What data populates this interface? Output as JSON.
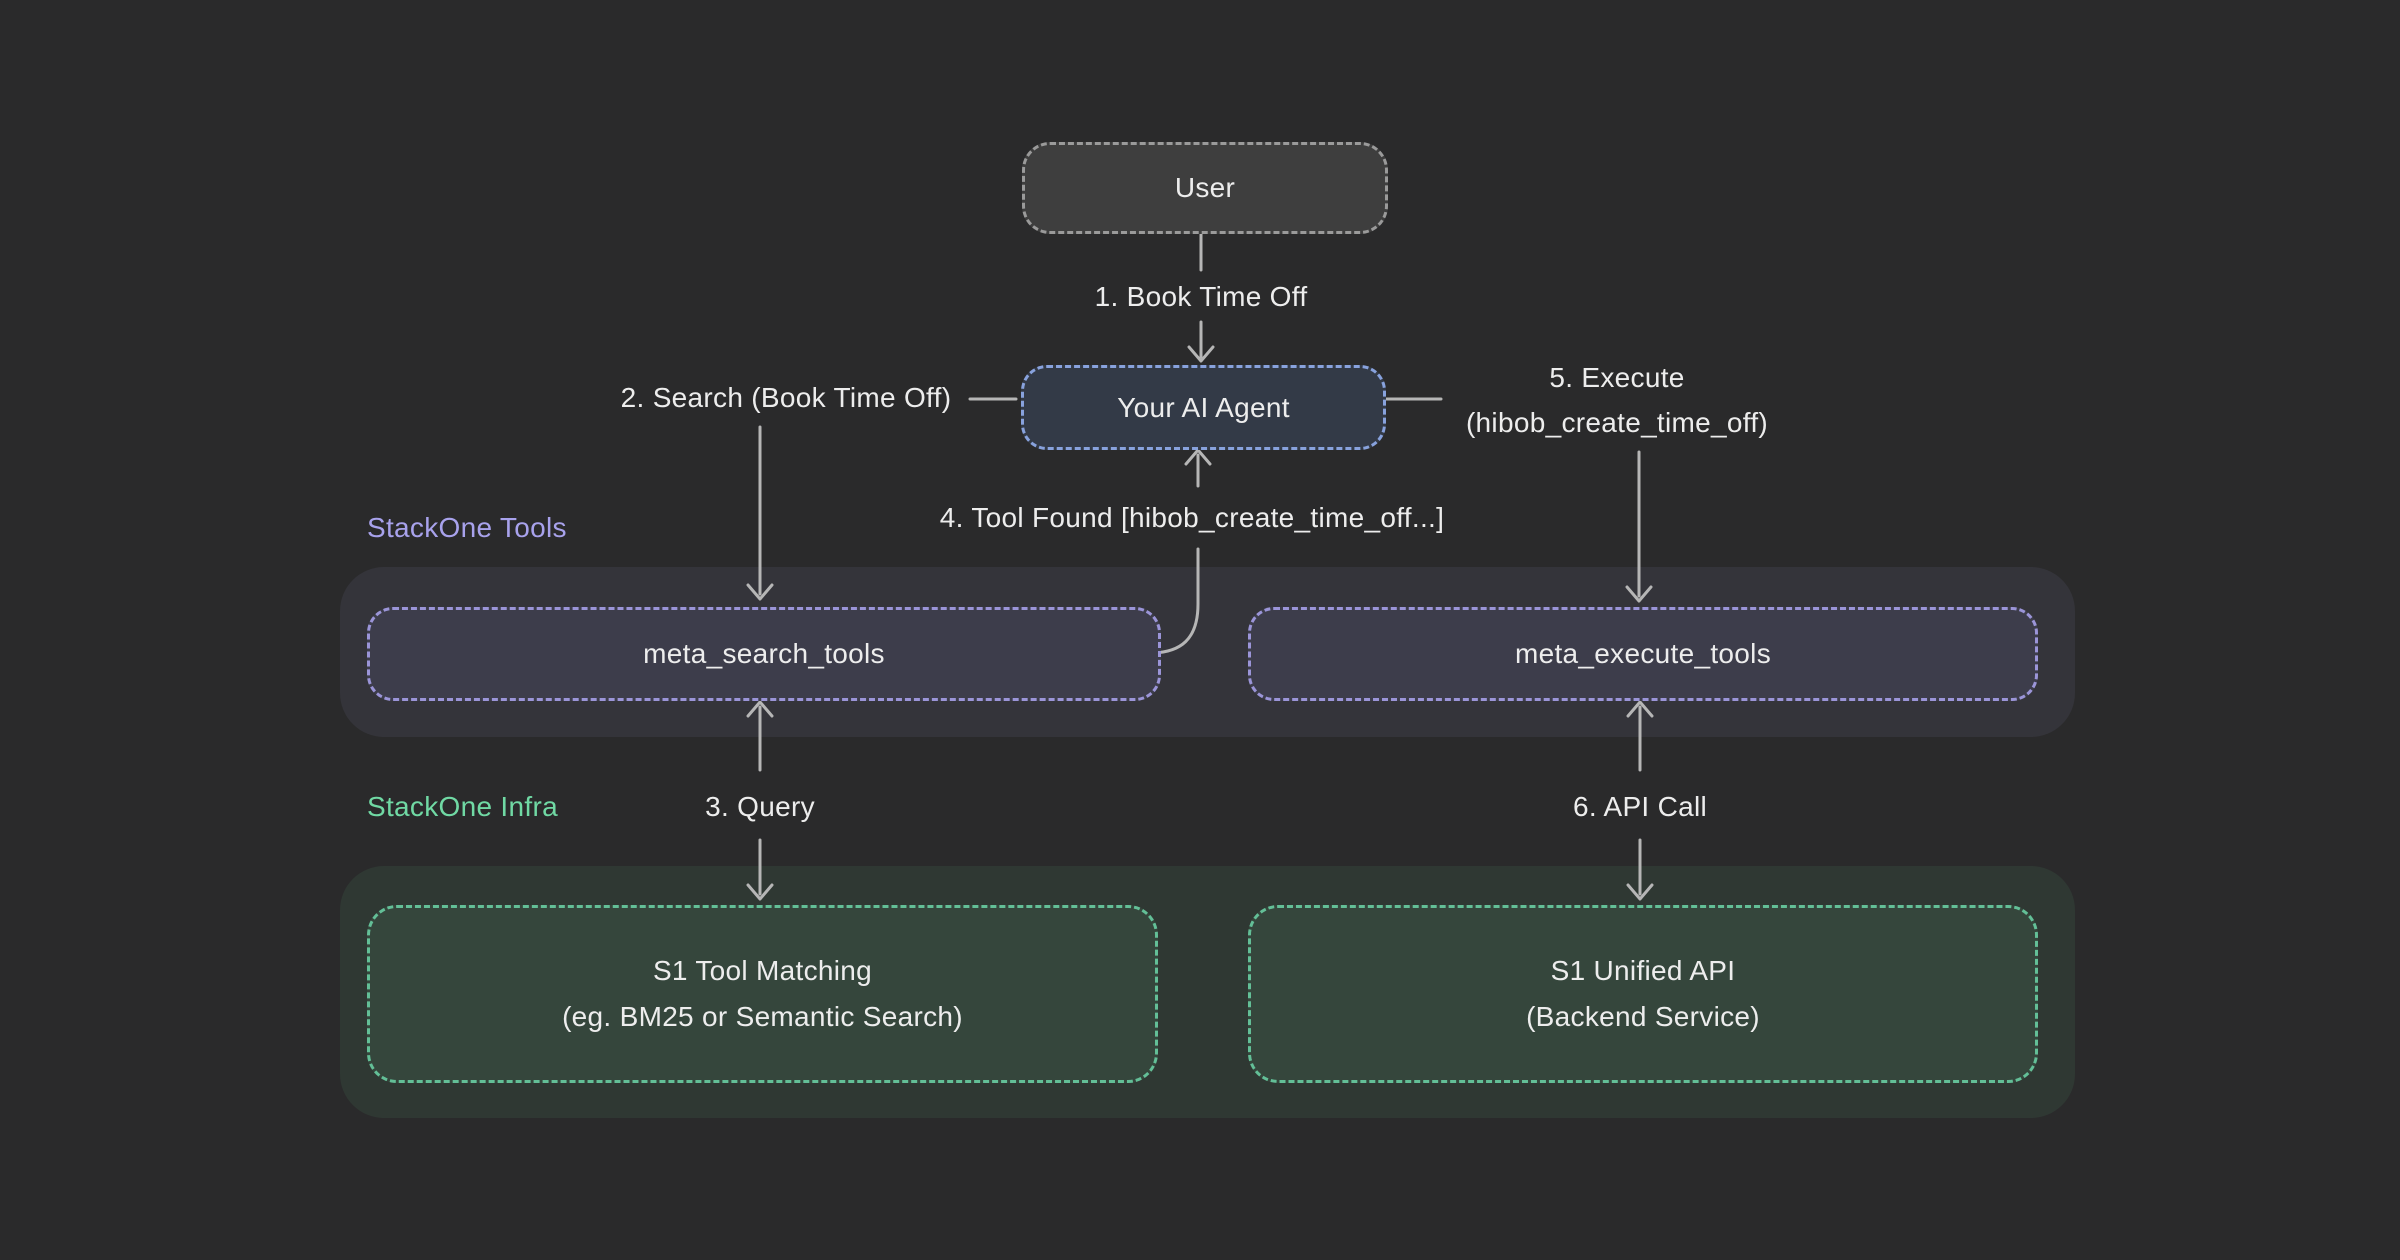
{
  "colors": {
    "bg": "#2a2a2b",
    "line": "#b6b6b6",
    "text": "#ededed",
    "user-fill": "#3e3e3e",
    "user-border": "#9a9a9a",
    "agent-fill": "#333a47",
    "agent-border": "#88a2dd",
    "tools-panel": "#34343a",
    "tools-accent": "#a8a2ec",
    "meta-fill": "#3d3d4b",
    "meta-border": "#9b95d8",
    "infra-panel": "#2f3833",
    "infra-accent": "#70d9a4",
    "s1-fill": "#35463c",
    "s1-border": "#63bf97"
  },
  "diagram": {
    "nodes": {
      "user": "User",
      "agent": "Your AI Agent",
      "meta_search": "meta_search_tools",
      "meta_execute": "meta_execute_tools",
      "tool_matching_line1": "S1 Tool Matching",
      "tool_matching_line2": "(eg. BM25 or Semantic Search)",
      "unified_api_line1": "S1 Unified API",
      "unified_api_line2": "(Backend Service)"
    },
    "groups": {
      "tools_label": "StackOne Tools",
      "infra_label": "StackOne Infra"
    },
    "steps": {
      "step1": "1. Book Time Off",
      "step2": "2. Search (Book Time Off)",
      "step3": "3. Query",
      "step4": "4. Tool Found [hibob_create_time_off...]",
      "step5_line1": "5. Execute",
      "step5_line2": "(hibob_create_time_off)",
      "step6": "6. API Call"
    }
  }
}
